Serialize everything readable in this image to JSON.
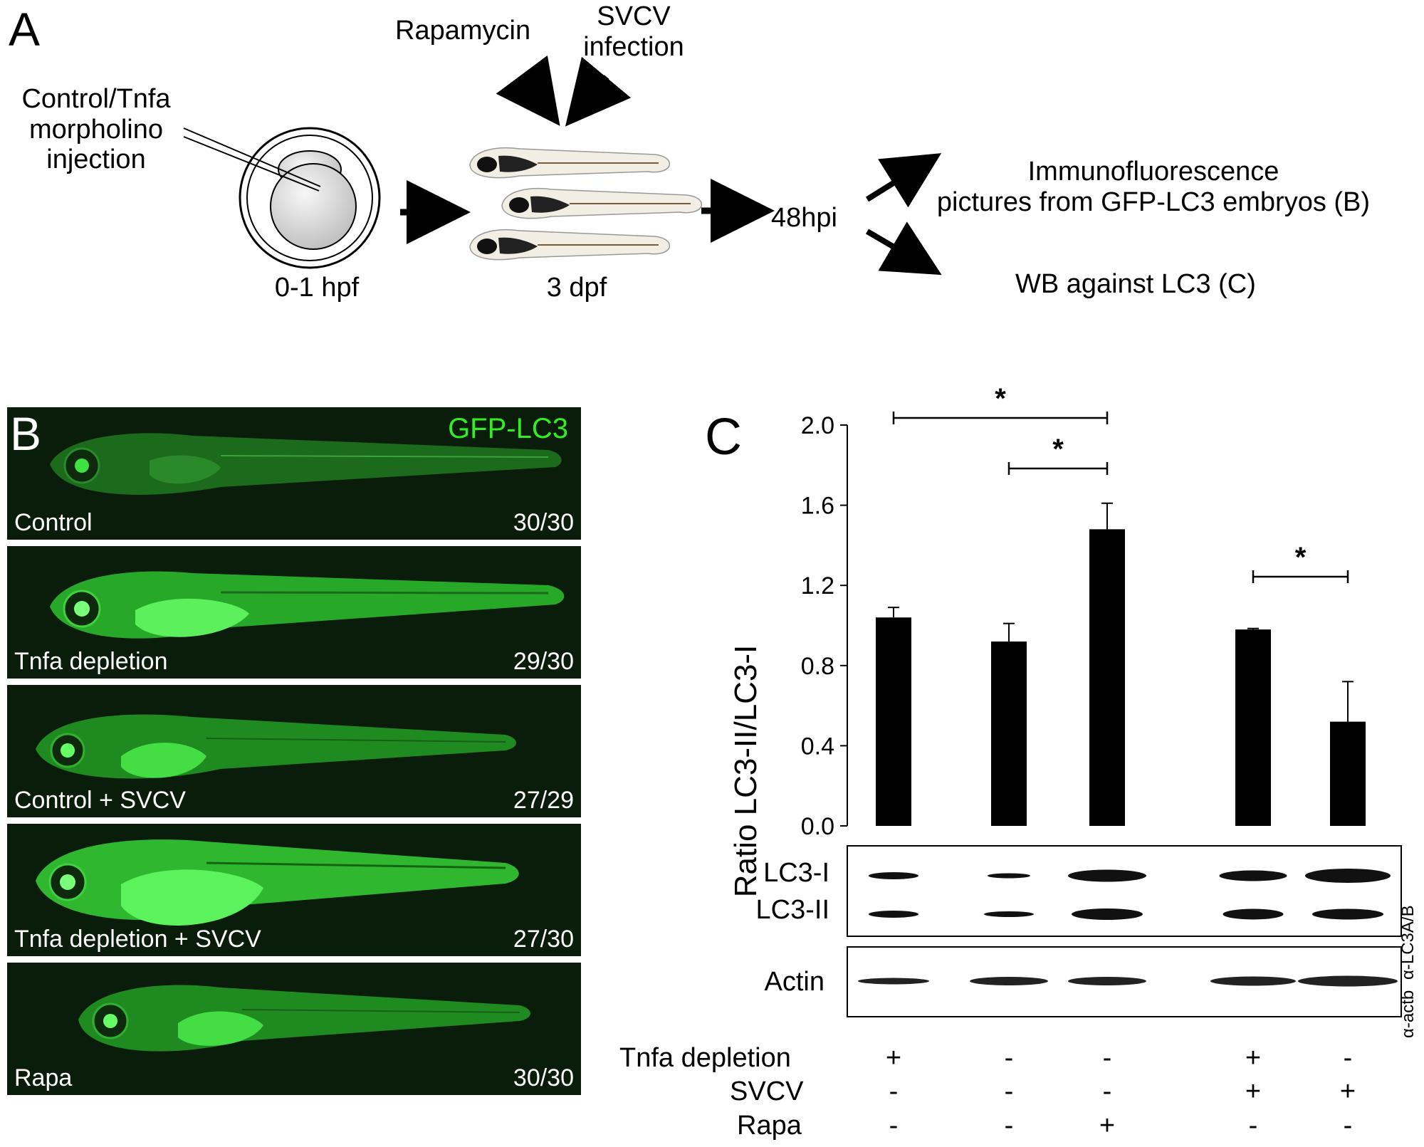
{
  "panelA": {
    "letter": "A",
    "injection_lines": [
      "Control/Tnfa",
      "morpholino",
      "injection"
    ],
    "egg_time": "0-1 hpf",
    "rapamycin": "Rapamycin",
    "svcv_lines": [
      "SVCV",
      "infection"
    ],
    "larva_time": "3 dpf",
    "hpi": "48hpi",
    "if_lines": [
      "Immunofluorescence",
      "pictures from GFP-LC3 embryos (B)"
    ],
    "wb": "WB against LC3  (C)"
  },
  "panelB": {
    "letter": "B",
    "marker": "GFP-LC3",
    "marker_color": "#33ee22",
    "images": [
      {
        "label": "Control",
        "count": "30/30"
      },
      {
        "label": "Tnfa depletion",
        "count": "29/30"
      },
      {
        "label": "Control + SVCV",
        "count": "27/29"
      },
      {
        "label": "Tnfa depletion + SVCV",
        "count": "27/30"
      },
      {
        "label": "Rapa",
        "count": "30/30"
      }
    ]
  },
  "panelC": {
    "letter": "C",
    "chart_data": {
      "type": "bar",
      "ylabel": "Ratio LC3-II/LC3-I",
      "ylim": [
        0,
        2.0
      ],
      "yticks": [
        "0.0",
        "0.4",
        "0.8",
        "1.2",
        "1.6",
        "2.0"
      ],
      "values": [
        1.04,
        0.92,
        1.48,
        0.98,
        0.52
      ],
      "errors": [
        0.05,
        0.09,
        0.13,
        0.005,
        0.2
      ],
      "significance": [
        {
          "from": 0,
          "to": 2,
          "label": "*"
        },
        {
          "from": 1,
          "to": 2,
          "label": "*"
        },
        {
          "from": 3,
          "to": 4,
          "label": "*"
        }
      ]
    },
    "blots": {
      "lc3_i": "LC3-I",
      "lc3_ii": "LC3-II",
      "actin": "Actin",
      "antibody_lc3": "α-LC3A/B",
      "antibody_actin": "α-actb"
    },
    "conditions": [
      {
        "name": "Tnfa depletion",
        "signs": [
          "+",
          "-",
          "-",
          "+",
          "-"
        ]
      },
      {
        "name": "SVCV",
        "signs": [
          "-",
          "-",
          "-",
          "+",
          "+"
        ]
      },
      {
        "name": "Rapa",
        "signs": [
          "-",
          "-",
          "+",
          "-",
          "-"
        ]
      }
    ]
  }
}
